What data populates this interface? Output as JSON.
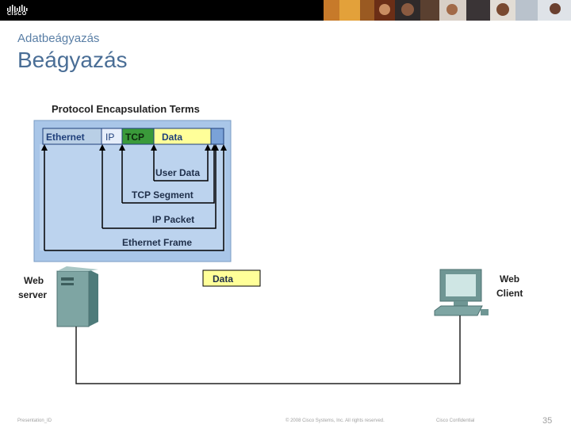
{
  "header": {
    "logo_text": "CISCO"
  },
  "slide": {
    "subtitle": "Adatbeágyazás",
    "title": "Beágyazás"
  },
  "diagram": {
    "heading": "Protocol Encapsulation Terms",
    "frame_fields": [
      "Ethernet",
      "IP",
      "TCP",
      "Data"
    ],
    "layers": [
      "User Data",
      "TCP Segment",
      "IP Packet",
      "Ethernet Frame"
    ],
    "data_box": "Data",
    "server_label_1": "Web",
    "server_label_2": "server",
    "client_label_1": "Web",
    "client_label_2": "Client"
  },
  "footer": {
    "presentation": "Presentation_ID",
    "copyright": "© 2008 Cisco Systems, Inc. All rights reserved.",
    "confidential": "Cisco Confidential",
    "page": "35"
  },
  "colors": {
    "outer_box": "#a9c6e8",
    "inner_box": "#bcd3ee",
    "ethernet_cell": "#b9cfe6",
    "ip_cell": "#e6eefa",
    "tcp_cell": "#3a9a3a",
    "data_cell": "#ffff99",
    "title_color": "#4a6e96"
  }
}
